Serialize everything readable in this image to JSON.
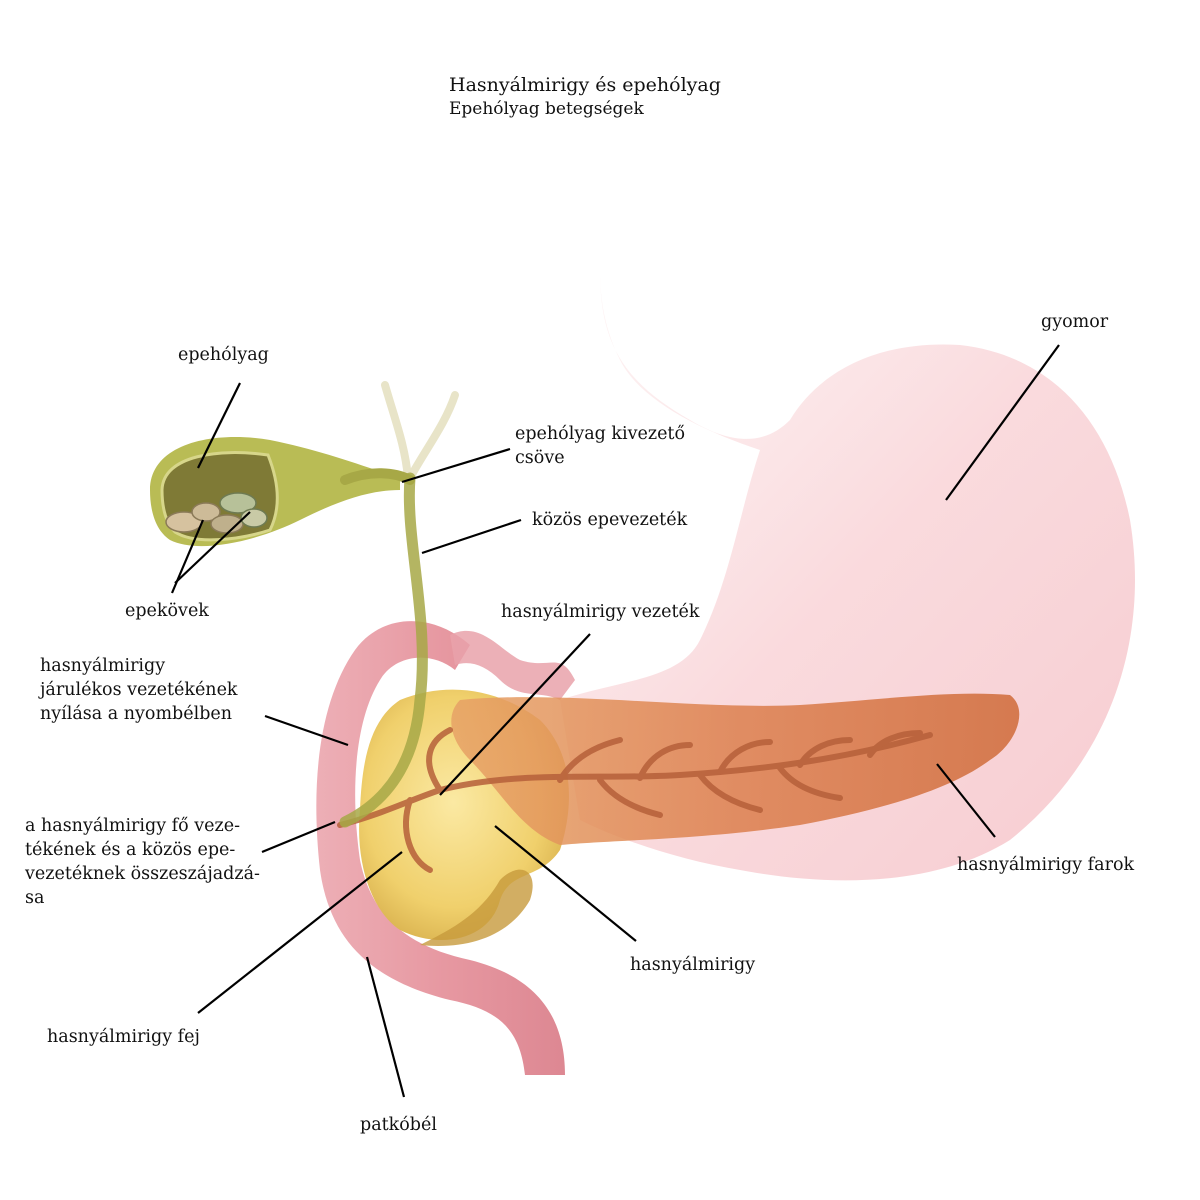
{
  "title": "Hasnyálmirigy és epehólyag",
  "subtitle": "Epehólyag betegségek",
  "labels": {
    "gallbladder": "epehólyag",
    "cystic_duct": "epehólyag kivezető\ncsöve",
    "common_bile_duct": "közös epevezeték",
    "gallstones": "epekövek",
    "pancreatic_duct": "hasnyálmirigy vezeték",
    "accessory_duct_opening": "hasnyálmirigy\njárulékos vezetékének\nnyílása a nyombélben",
    "main_duct_junction": "a hasnyálmirigy fő veze-\ntékének és a közös epe-\nvezetéknek összeszájadzá-\nsa",
    "stomach": "gyomor",
    "pancreas_tail": "hasnyálmirigy farok",
    "pancreas": "hasnyálmirigy",
    "pancreas_head": "hasnyálmirigy fej",
    "duodenum": "patkóbél"
  },
  "colors": {
    "stomach": "#f7c9cc",
    "duodenum": "#e58f98",
    "pancreas_head": "#f0d374",
    "pancreas_body": "#d9703f",
    "bile_duct": "#a7a846",
    "gallbladder": "#b9bc55",
    "gallstones": "#c9b795"
  }
}
